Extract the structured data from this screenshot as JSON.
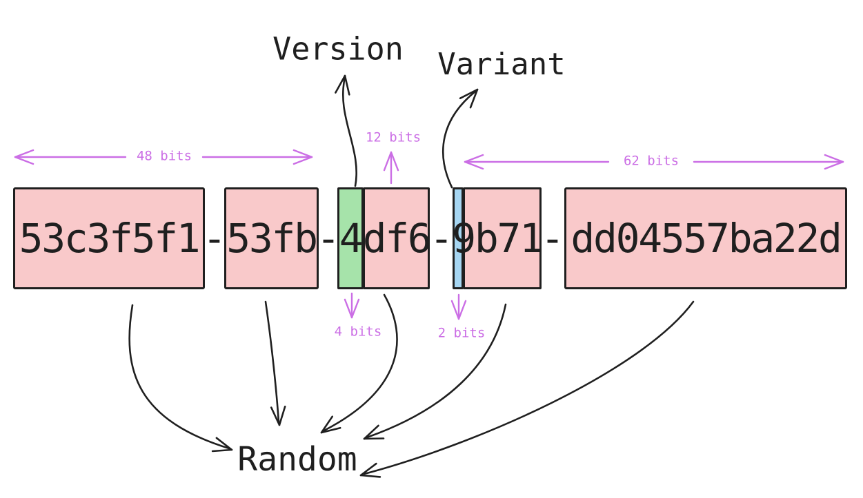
{
  "diagram": {
    "labels": {
      "version": "Version",
      "variant": "Variant",
      "random": "Random"
    },
    "bit_annotations": {
      "bits48": "48 bits",
      "bits12": "12 bits",
      "bits62": "62 bits",
      "bits4": "4 bits",
      "bits2": "2 bits"
    },
    "uuid": {
      "full": "53c3f5f1-53fb-4df6-9b71-dd04557ba22d",
      "separator": "-",
      "part1": "53c3f5f1",
      "part2": "53fb",
      "part3_version_nibble": "4",
      "part3_random": "df6",
      "part4": "9b71",
      "part5": "dd04557ba22d"
    },
    "colors": {
      "random_fill": "#f9c9ca",
      "version_fill": "#a6e3aa",
      "variant_fill": "#a6d6f2",
      "annotation": "#cb6ee5",
      "ink": "#1f1f1f"
    }
  }
}
